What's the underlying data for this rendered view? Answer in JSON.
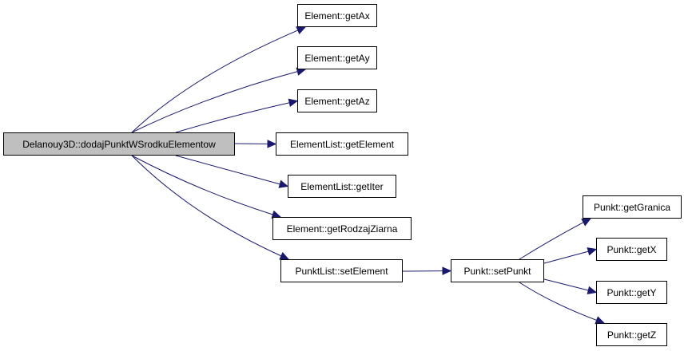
{
  "colors": {
    "edge": "#191970",
    "root_fill": "#bfbfbf",
    "node_fill": "#ffffff",
    "border": "#000000",
    "text": "#000000"
  },
  "nodes": [
    {
      "id": "root",
      "label": "Delanouy3D::dodajPunktWSrodkuElementow",
      "root": true
    },
    {
      "id": "getAx",
      "label": "Element::getAx"
    },
    {
      "id": "getAy",
      "label": "Element::getAy"
    },
    {
      "id": "getAz",
      "label": "Element::getAz"
    },
    {
      "id": "getElement",
      "label": "ElementList::getElement"
    },
    {
      "id": "getIter",
      "label": "ElementList::getIter"
    },
    {
      "id": "getRodzajZiarna",
      "label": "Element::getRodzajZiarna"
    },
    {
      "id": "setElement",
      "label": "PunktList::setElement"
    },
    {
      "id": "setPunkt",
      "label": "Punkt::setPunkt"
    },
    {
      "id": "getGranica",
      "label": "Punkt::getGranica"
    },
    {
      "id": "getX",
      "label": "Punkt::getX"
    },
    {
      "id": "getY",
      "label": "Punkt::getY"
    },
    {
      "id": "getZ",
      "label": "Punkt::getZ"
    }
  ],
  "edges": [
    {
      "from": "root",
      "to": "getAx"
    },
    {
      "from": "root",
      "to": "getAy"
    },
    {
      "from": "root",
      "to": "getAz"
    },
    {
      "from": "root",
      "to": "getElement"
    },
    {
      "from": "root",
      "to": "getIter"
    },
    {
      "from": "root",
      "to": "getRodzajZiarna"
    },
    {
      "from": "root",
      "to": "setElement"
    },
    {
      "from": "setElement",
      "to": "setPunkt"
    },
    {
      "from": "setPunkt",
      "to": "getGranica"
    },
    {
      "from": "setPunkt",
      "to": "getX"
    },
    {
      "from": "setPunkt",
      "to": "getY"
    },
    {
      "from": "setPunkt",
      "to": "getZ"
    }
  ]
}
